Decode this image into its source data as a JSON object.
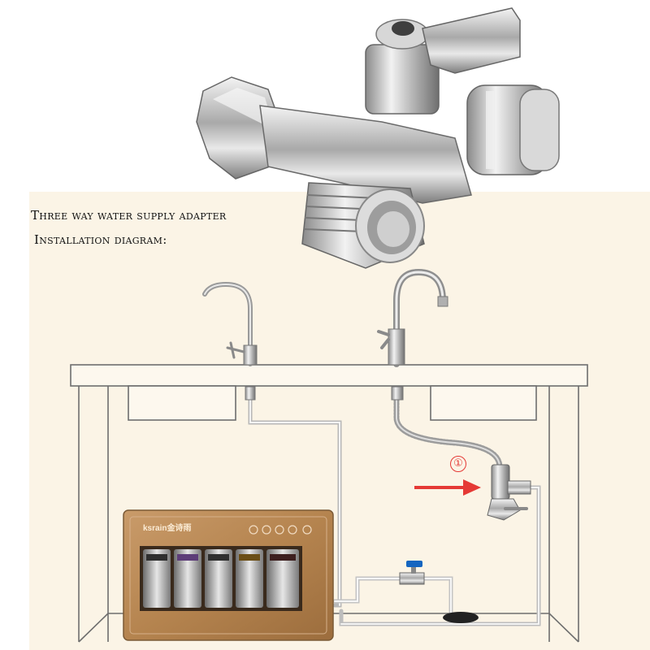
{
  "title": "Three way water supply adapter",
  "subtitle": "Installation diagram:",
  "callout": {
    "label": "①",
    "color": "#e53935"
  },
  "product": {
    "brand": "ksrain金诗雨"
  },
  "colors": {
    "background": "#fbf4e6",
    "line": "#6e6e6e",
    "pipe": "#c9c9c9",
    "chrome": "#c8c8c8",
    "arrow": "#e53935",
    "purifier_body": "#b98a5a",
    "valve_handle": "#1565c0"
  },
  "icons": [
    "three-way-valve-photo",
    "purifier-faucet-icon",
    "kitchen-faucet-icon",
    "angle-valve-icon",
    "water-purifier-icon",
    "ball-valve-icon",
    "drain-icon",
    "red-arrow-icon"
  ]
}
